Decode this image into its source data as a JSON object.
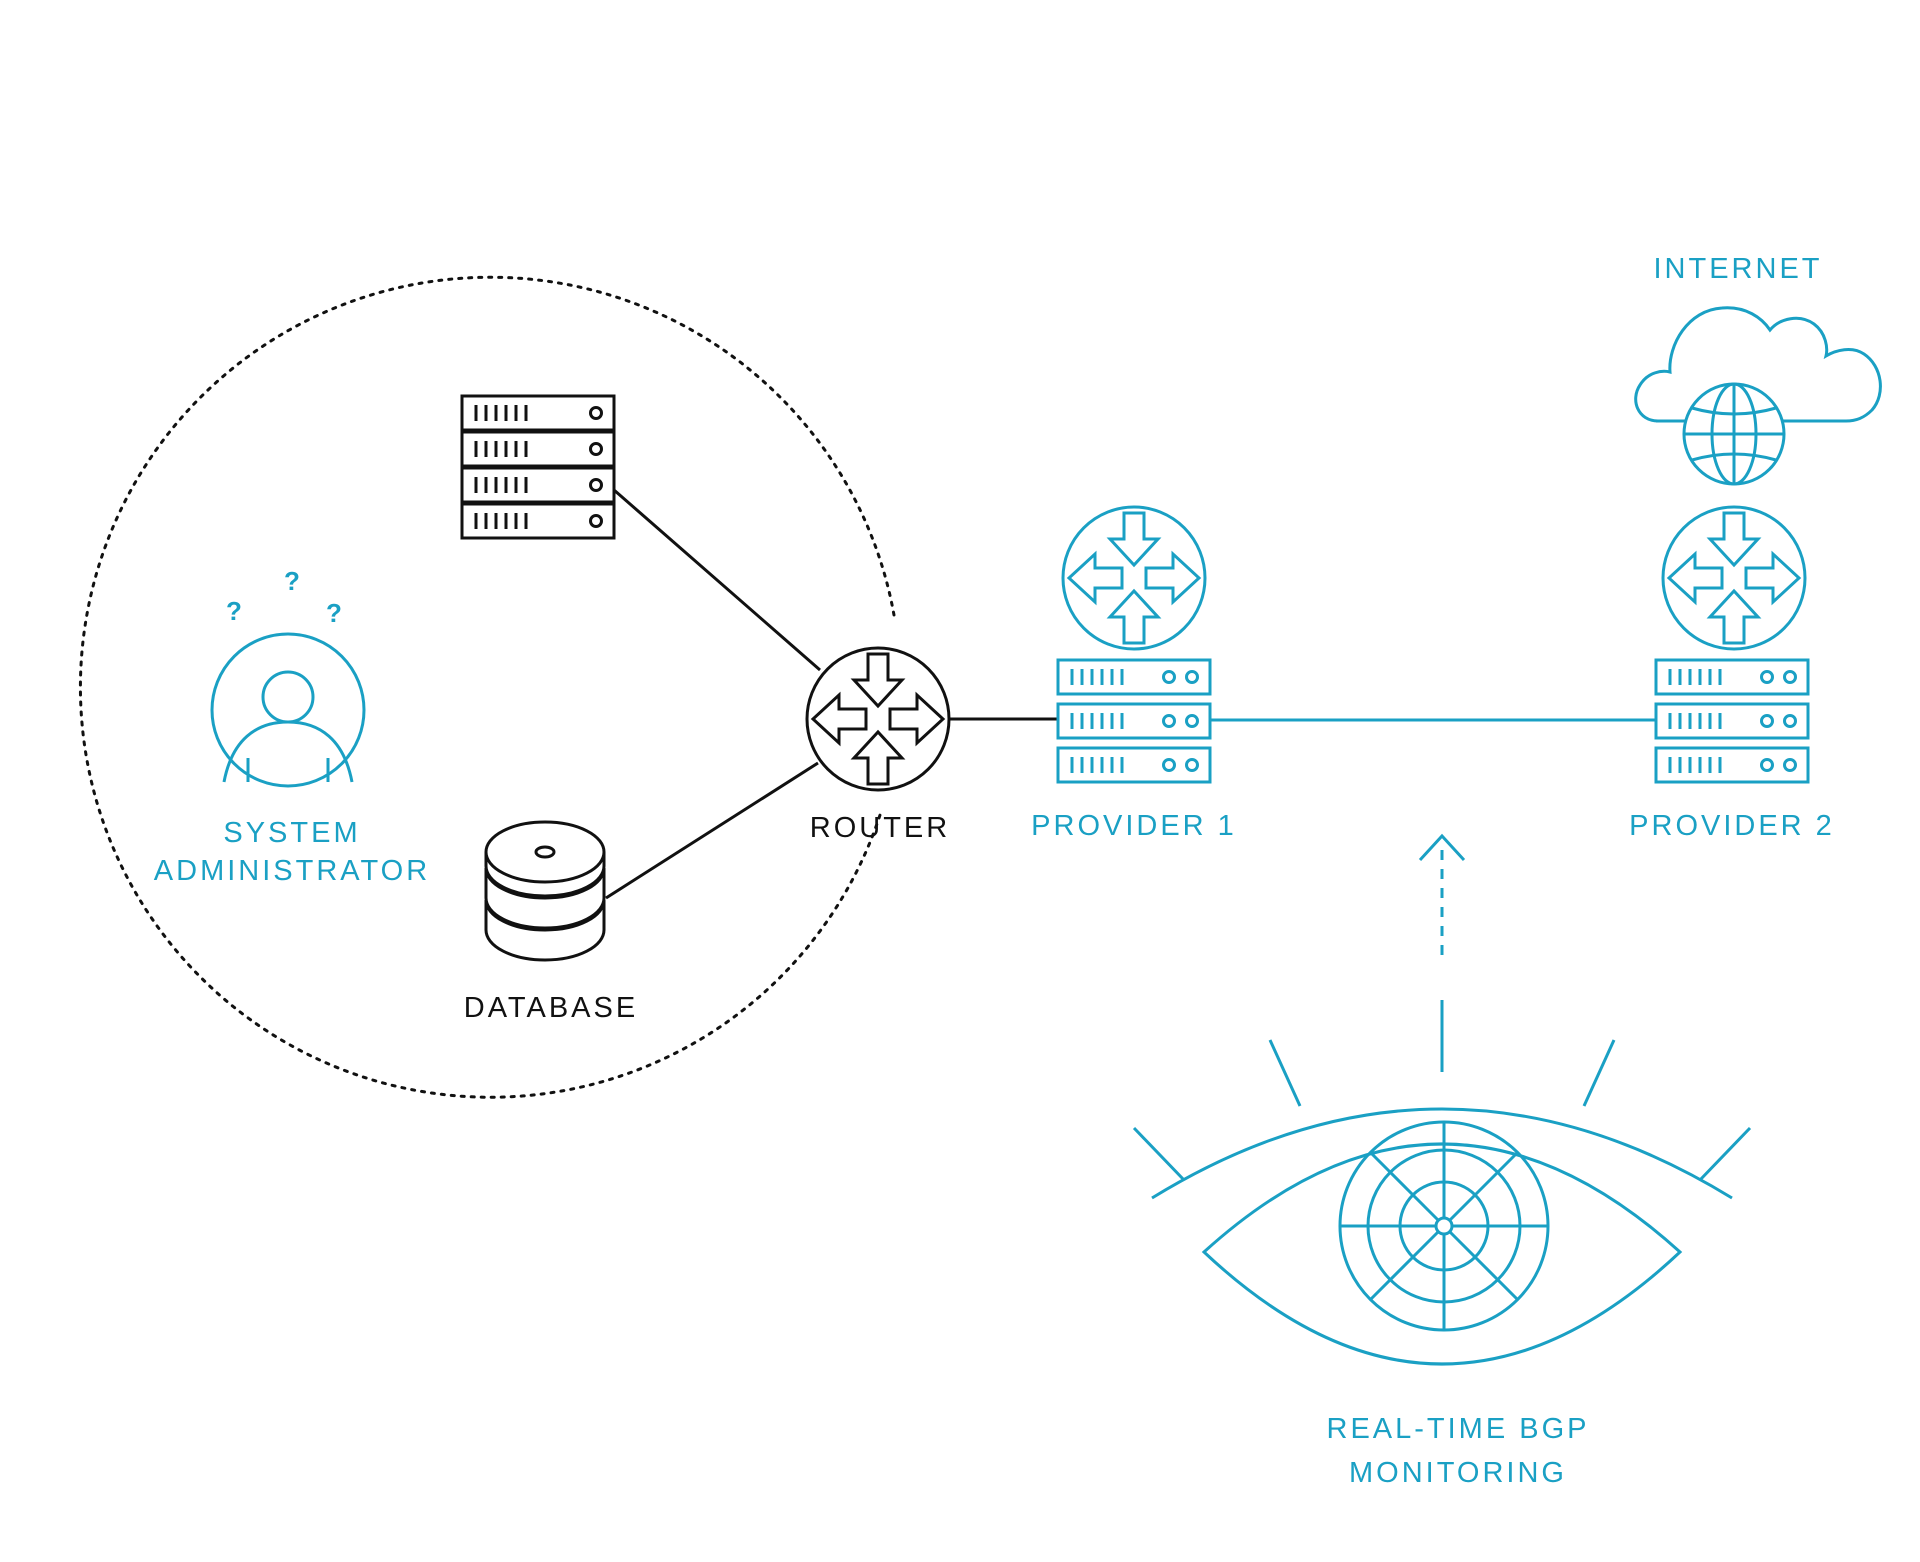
{
  "colors": {
    "accent": "#1aa0c4",
    "ink": "#111111",
    "background": "#ffffff"
  },
  "labels": {
    "sysadmin_line1": "SYSTEM",
    "sysadmin_line2": "ADMINISTRATOR",
    "database": "DATABASE",
    "router": "ROUTER",
    "provider1": "PROVIDER 1",
    "provider2": "PROVIDER 2",
    "internet": "INTERNET",
    "monitoring_line1": "REAL-TIME BGP",
    "monitoring_line2": "MONITORING",
    "question_mark": "?"
  },
  "icons": {
    "admin": "user-icon",
    "server": "server-rack-icon",
    "database": "database-icon",
    "router": "router-icon",
    "cloud": "cloud-globe-icon",
    "eye": "eye-icon"
  }
}
